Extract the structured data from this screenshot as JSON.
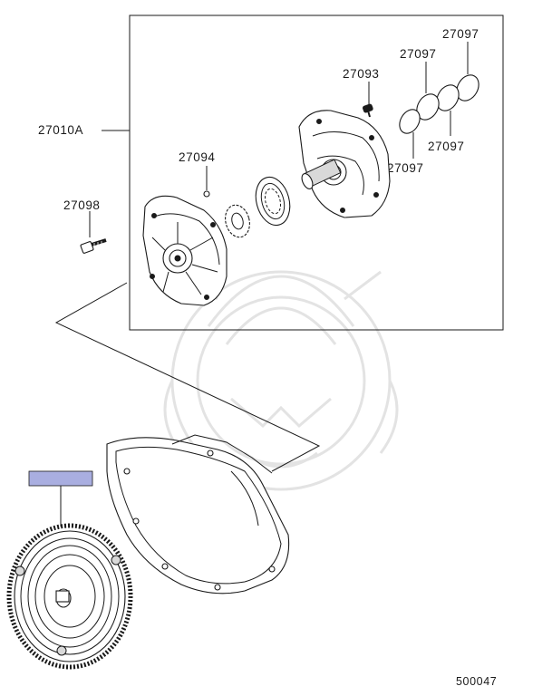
{
  "diagram": {
    "labels": {
      "assembly": "27010A",
      "pin": "27094",
      "bolt": "27098",
      "screw": "27093",
      "ring_top": "27097",
      "ring_upper": "27097",
      "ring_right": "27097",
      "ring_lower": "27097"
    },
    "highlight_box_color": "#a9aee0",
    "diagram_number": "500047"
  }
}
